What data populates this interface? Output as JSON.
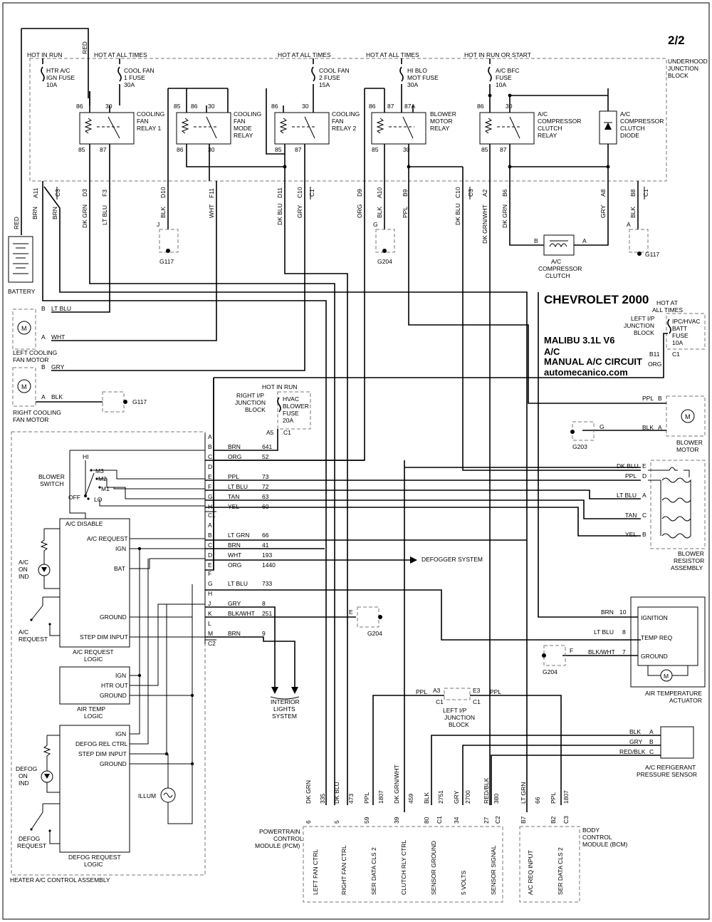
{
  "page": {
    "number": "2/2"
  },
  "title": {
    "make": "CHEVROLET 2000",
    "model": "MALIBU  3.1L  V6",
    "system": "A/C",
    "circuit": "MANUAL A/C CIRCUIT",
    "site": "automecanico.com"
  },
  "underhood": {
    "label_lines": [
      "UNDERHOOD",
      "JUNCTION",
      "BLOCK"
    ],
    "power_labels": [
      "HOT IN RUN",
      "HOT AT ALL TIMES",
      "HOT AT ALL TIMES",
      "HOT AT ALL TIMES",
      "HOT IN RUN OR START"
    ],
    "fuses": [
      {
        "lines": [
          "HTR A/C",
          "IGN FUSE",
          "10A"
        ]
      },
      {
        "lines": [
          "COOL FAN",
          "1 FUSE",
          "30A"
        ]
      },
      {
        "lines": [
          "COOL FAN",
          "2 FUSE",
          "15A"
        ]
      },
      {
        "lines": [
          "HI BLO",
          "MOT FUSE",
          "30A"
        ]
      },
      {
        "lines": [
          "A/C BFC",
          "FUSE",
          "10A"
        ]
      }
    ],
    "relays": [
      {
        "lines": [
          "COOLING",
          "FAN",
          "RELAY 1"
        ],
        "pins": [
          "86",
          "30",
          "85",
          "87"
        ]
      },
      {
        "lines": [
          "COOLING",
          "FAN",
          "MODE",
          "RELAY"
        ],
        "pins": [
          "85",
          "86",
          "30",
          "86",
          "30"
        ]
      },
      {
        "lines": [
          "COOLING",
          "FAN",
          "RELAY 2"
        ],
        "pins": [
          "86",
          "30",
          "85",
          "87"
        ]
      },
      {
        "lines": [
          "BLOWER",
          "MOTOR",
          "RELAY"
        ],
        "pins": [
          "86",
          "87",
          "87A",
          "85",
          "30"
        ]
      },
      {
        "lines": [
          "A/C",
          "COMPRESSOR",
          "CLUTCH",
          "RELAY"
        ],
        "pins": [
          "86",
          "30",
          "85",
          "87"
        ]
      }
    ],
    "diode": {
      "lines": [
        "A/C",
        "COMPRESSOR",
        "CLUTCH",
        "DIODE"
      ]
    },
    "connector_pins": [
      "A11",
      "C3",
      "D3",
      "F3",
      "D10",
      "F11",
      "D11",
      "C10",
      "C1",
      "D9",
      "A10",
      "B9",
      "C10",
      "C3",
      "A2",
      "B6",
      "A8",
      "B8",
      "C1"
    ]
  },
  "wires": {
    "red": "RED",
    "brn": "BRN",
    "brn2": "BRN",
    "dkgrn": "DK GRN",
    "ltblu": "LT BLU",
    "blk": "BLK",
    "wht": "WHT",
    "dkblu": "DK BLU",
    "gry": "GRY",
    "org": "ORG",
    "blk2": "BLK",
    "ppl": "PPL",
    "dkblu2": "DK BLU",
    "dkgrnwht": "DK GRN/WHT",
    "dkgrn2": "DK GRN",
    "gry2": "GRY",
    "blk3": "BLK"
  },
  "grounds": {
    "g117a": "G117",
    "g204a": "G204",
    "g117b": "G117",
    "g117c": "G117",
    "g203": "G203",
    "g204b": "G204",
    "g204c": "G204"
  },
  "ground_pins": {
    "j": "J",
    "g": "G",
    "a": "A",
    "g203pin": "G",
    "e": "E",
    "f": "F"
  },
  "battery": {
    "label": "BATTERY",
    "wire": "RED"
  },
  "compressor": {
    "lines": [
      "A/C",
      "COMPRESSOR",
      "CLUTCH"
    ],
    "pin_b": "B",
    "pin_a": "A"
  },
  "left_fan": {
    "lines": [
      "LEFT COOLING",
      "FAN MOTOR"
    ],
    "pin_b": "B",
    "wire_b": "LT BLU",
    "pin_a": "A",
    "wire_a": "WHT"
  },
  "right_fan": {
    "lines": [
      "RIGHT COOLING",
      "FAN MOTOR"
    ],
    "pin_b": "B",
    "wire_b": "GRY",
    "pin_a": "A",
    "wire_a": "BLK"
  },
  "right_ip": {
    "hot": "HOT IN RUN",
    "lines": [
      "RIGHT I/P",
      "JUNCTION",
      "BLOCK"
    ],
    "fuse": [
      "HVAC",
      "BLOWER",
      "FUSE",
      "20A"
    ],
    "pin": "A5",
    "conn": "C1"
  },
  "left_ip_top": {
    "hot": [
      "HOT AT",
      "ALL TIMES"
    ],
    "lines": [
      "LEFT I/P",
      "JUNCTION",
      "BLOCK"
    ],
    "fuse": [
      "IPC/HVAC",
      "BATT",
      "FUSE",
      "10A"
    ],
    "pin": "B11",
    "conn": "C1",
    "wire": "ORG"
  },
  "blower_motor": {
    "lines": [
      "BLOWER",
      "MOTOR"
    ],
    "pin_b": "B",
    "wire_b": "PPL",
    "pin_a": "A",
    "wire_a": "BLK"
  },
  "resistor": {
    "lines": [
      "BLOWER",
      "RESISTOR",
      "ASSEMBLY"
    ],
    "pins": [
      {
        "wire": "DK BLU",
        "pin": "E"
      },
      {
        "wire": "PPL",
        "pin": "D"
      },
      {
        "wire": "LT BLU",
        "pin": "A"
      },
      {
        "wire": "TAN",
        "pin": "C"
      },
      {
        "wire": "YEL",
        "pin": "B"
      }
    ]
  },
  "heater_assembly": {
    "label": "HEATER A/C CONTROL ASSEMBLY",
    "blower_switch": {
      "lines": [
        "BLOWER",
        "SWITCH"
      ],
      "positions": [
        "HI",
        "M3",
        "M2",
        "M1",
        "OFF",
        "LO"
      ]
    },
    "c1_rows": [
      {
        "pin": "A",
        "wire": "",
        "circuit": ""
      },
      {
        "pin": "B",
        "wire": "BRN",
        "circuit": "641"
      },
      {
        "pin": "C",
        "wire": "ORG",
        "circuit": "52"
      },
      {
        "pin": "D",
        "wire": "",
        "circuit": ""
      },
      {
        "pin": "E",
        "wire": "PPL",
        "circuit": "73"
      },
      {
        "pin": "F",
        "wire": "LT BLU",
        "circuit": "72"
      },
      {
        "pin": "G",
        "wire": "TAN",
        "circuit": "63"
      },
      {
        "pin": "H",
        "wire": "YEL",
        "circuit": "60"
      }
    ],
    "c1_label": "C1",
    "c2_rows": [
      {
        "pin": "A",
        "wire": "",
        "circuit": ""
      },
      {
        "pin": "B",
        "wire": "LT GRN",
        "circuit": "66"
      },
      {
        "pin": "C",
        "wire": "BRN",
        "circuit": "41"
      },
      {
        "pin": "D",
        "wire": "WHT",
        "circuit": "193"
      },
      {
        "pin": "E",
        "wire": "ORG",
        "circuit": "1440"
      },
      {
        "pin": "F",
        "wire": "",
        "circuit": ""
      },
      {
        "pin": "G",
        "wire": "LT BLU",
        "circuit": "733"
      },
      {
        "pin": "H",
        "wire": "",
        "circuit": ""
      },
      {
        "pin": "J",
        "wire": "GRY",
        "circuit": "8"
      },
      {
        "pin": "K",
        "wire": "BLK/WHT",
        "circuit": "251"
      },
      {
        "pin": "L",
        "wire": "",
        "circuit": ""
      },
      {
        "pin": "M",
        "wire": "BRN",
        "circuit": "9"
      }
    ],
    "c2_label": "C2",
    "ac_logic": {
      "title": [
        "A/C REQUEST",
        "LOGIC"
      ],
      "labels": [
        "A/C DISABLE",
        "A/C REQUEST",
        "IGN",
        "BAT",
        "GROUND",
        "STEP DIM INPUT"
      ]
    },
    "ac_on_ind": [
      "A/C",
      "ON",
      "IND"
    ],
    "ac_request": [
      "A/C",
      "REQUEST"
    ],
    "air_temp_logic": {
      "title": [
        "AIR TEMP",
        "LOGIC"
      ],
      "labels": [
        "IGN",
        "HTR OUT",
        "GROUND"
      ]
    },
    "defog_logic": {
      "title": [
        "DEFOG REQUEST",
        "LOGIC"
      ],
      "labels": [
        "IGN",
        "DEFOG REL CTRL",
        "STEP DIM INPUT",
        "GROUND"
      ]
    },
    "defog_on_ind": [
      "DEFOG",
      "ON",
      "IND"
    ],
    "defog_request": [
      "DEFOG",
      "REQUEST"
    ],
    "illum": "ILLUM"
  },
  "defogger": "DEFOGGER SYSTEM",
  "interior_lights": [
    "INTERIOR",
    "LIGHTS",
    "SYSTEM"
  ],
  "actuator": {
    "lines": [
      "AIR TEMPERATURE",
      "ACTUATOR"
    ],
    "rows": [
      {
        "wire": "BRN",
        "circuit": "10",
        "label": "IGNITION"
      },
      {
        "wire": "LT BLU",
        "circuit": "8",
        "label": "TEMP REQ"
      },
      {
        "wire": "BLK/WHT",
        "circuit": "7",
        "label": "GROUND"
      }
    ]
  },
  "left_ip_bottom": {
    "lines": [
      "LEFT I/P",
      "JUNCTION",
      "BLOCK"
    ],
    "wire_left": "PPL",
    "pin_left": "A3",
    "conn_left": "C1",
    "wire_right": "PPL",
    "pin_right": "E3",
    "conn_right": "C1"
  },
  "pressure_sensor": {
    "lines": [
      "A/C REFIGERANT",
      "PRESSURE SENSOR"
    ],
    "rows": [
      {
        "wire": "BLK",
        "pin": "A"
      },
      {
        "wire": "GRY",
        "pin": "B"
      },
      {
        "wire": "RED/BLK",
        "pin": "C"
      }
    ]
  },
  "pcm": {
    "lines": [
      "POWERTRAIN",
      "CONTROL",
      "MODULE (PCM)"
    ],
    "pins": [
      {
        "wire": "DK GRN",
        "circuit": "335",
        "pin": "6",
        "name": "LEFT FAN CTRL"
      },
      {
        "wire": "DK BLU",
        "circuit": "473",
        "pin": "5",
        "name": "RIGHT FAN CTRL"
      },
      {
        "wire": "PPL",
        "circuit": "1807",
        "pin": "59",
        "name": "SER DATA CLS 2"
      },
      {
        "wire": "DK GRN/WHT",
        "circuit": "459",
        "pin": "39",
        "name": "CLUTCH RLY CTRL"
      },
      {
        "wire": "BLK",
        "circuit": "2751",
        "pin": "80",
        "name": "SENSOR GROUND"
      },
      {
        "wire": "GRY",
        "circuit": "2700",
        "pin": "34",
        "name": "5 VOLTS"
      },
      {
        "wire": "RED/BLK",
        "circuit": "380",
        "pin": "27",
        "name": "SENSOR SIGNAL"
      }
    ],
    "conn1": "C1",
    "conn2": "C2"
  },
  "bcm": {
    "lines": [
      "BODY",
      "CONTROL",
      "MODULE (BCM)"
    ],
    "pins": [
      {
        "wire": "LT GRN",
        "circuit": "66",
        "pin": "B7",
        "name": "A/C REQ INPUT"
      },
      {
        "wire": "PPL",
        "circuit": "1807",
        "pin": "B2",
        "name": "SER DATA CLS 2"
      }
    ],
    "conn": "C3"
  }
}
